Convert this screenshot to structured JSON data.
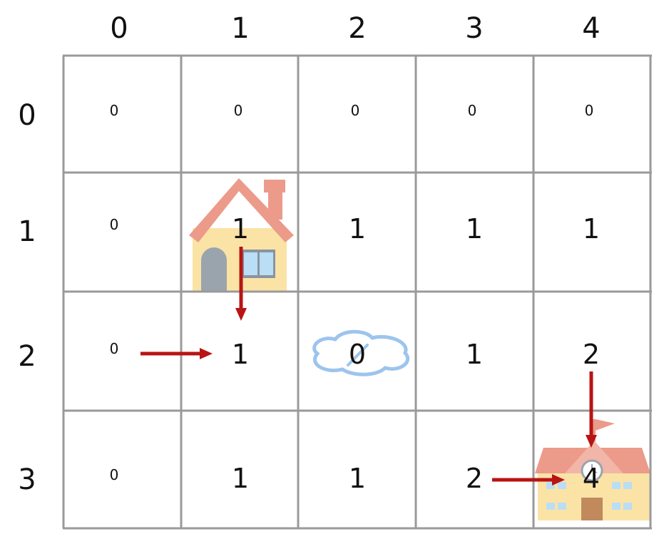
{
  "column_headers": [
    "0",
    "1",
    "2",
    "3",
    "4"
  ],
  "row_headers": [
    "0",
    "1",
    "2",
    "3"
  ],
  "cells": [
    [
      "0",
      "0",
      "0",
      "0",
      "0"
    ],
    [
      "0",
      "1",
      "1",
      "1",
      "1"
    ],
    [
      "0",
      "1",
      "0",
      "1",
      "2"
    ],
    [
      "0",
      "1",
      "1",
      "2",
      "4"
    ]
  ],
  "colors": {
    "grid": "#9a9a9a",
    "arrow": "#b81414"
  },
  "icons": {
    "house": {
      "name": "house-icon",
      "row": 1,
      "col": 1
    },
    "puddle": {
      "name": "puddle-icon",
      "row": 2,
      "col": 2
    },
    "school": {
      "name": "school-icon",
      "row": 3,
      "col": 4
    }
  },
  "arrows": [
    {
      "from": [
        1,
        1
      ],
      "to": [
        2,
        1
      ],
      "direction": "down"
    },
    {
      "from": [
        2,
        0
      ],
      "to": [
        2,
        1
      ],
      "direction": "right"
    },
    {
      "from": [
        2,
        4
      ],
      "to": [
        3,
        4
      ],
      "direction": "down"
    },
    {
      "from": [
        3,
        3
      ],
      "to": [
        3,
        4
      ],
      "direction": "right"
    }
  ]
}
